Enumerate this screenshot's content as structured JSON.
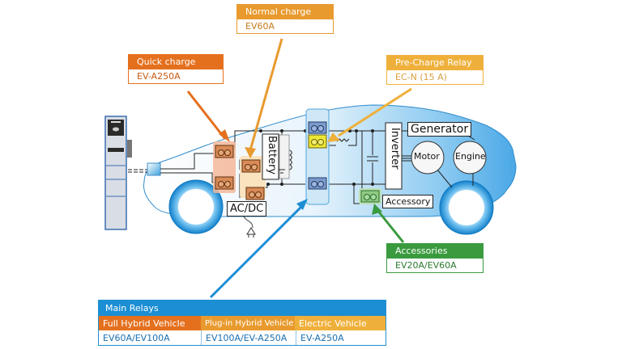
{
  "diagram": {
    "title": "Relay applications in electrified vehicles",
    "colors": {
      "quick_charge": "#e4701e",
      "normal_charge": "#e89a2e",
      "pre_charge": "#efb03b",
      "accessories": "#3a9a3e",
      "main_relays": "#1b8ed4",
      "car_body": "#7fc1ee"
    },
    "callouts": {
      "normal_charge": {
        "title": "Normal charge",
        "value": "EV60A"
      },
      "quick_charge": {
        "title": "Quick charge",
        "value": "EV-A250A"
      },
      "pre_charge_relay": {
        "title": "Pre-Charge Relay",
        "value": "EC-N (15 A)"
      },
      "accessories": {
        "title": "Accessories",
        "value": "EV20A/EV60A"
      }
    },
    "main_relays": {
      "title": "Main Relays",
      "columns": [
        {
          "header": "Full Hybrid Vehicle",
          "value": "EV60A/EV100A",
          "color": "#e4701e"
        },
        {
          "header": "Plug-in Hybrid Vehicle",
          "value": "EV100A/EV-A250A",
          "color": "#e89a2e"
        },
        {
          "header": "Electric Vehicle",
          "value": "EV-A250A",
          "color": "#efb03b"
        }
      ]
    },
    "components": {
      "battery": "Battery",
      "ac_dc": "AC/DC",
      "inverter": "Inverter",
      "generator": "Generator",
      "motor": "Motor",
      "engine": "Engine",
      "accessory": "Accessory"
    }
  }
}
